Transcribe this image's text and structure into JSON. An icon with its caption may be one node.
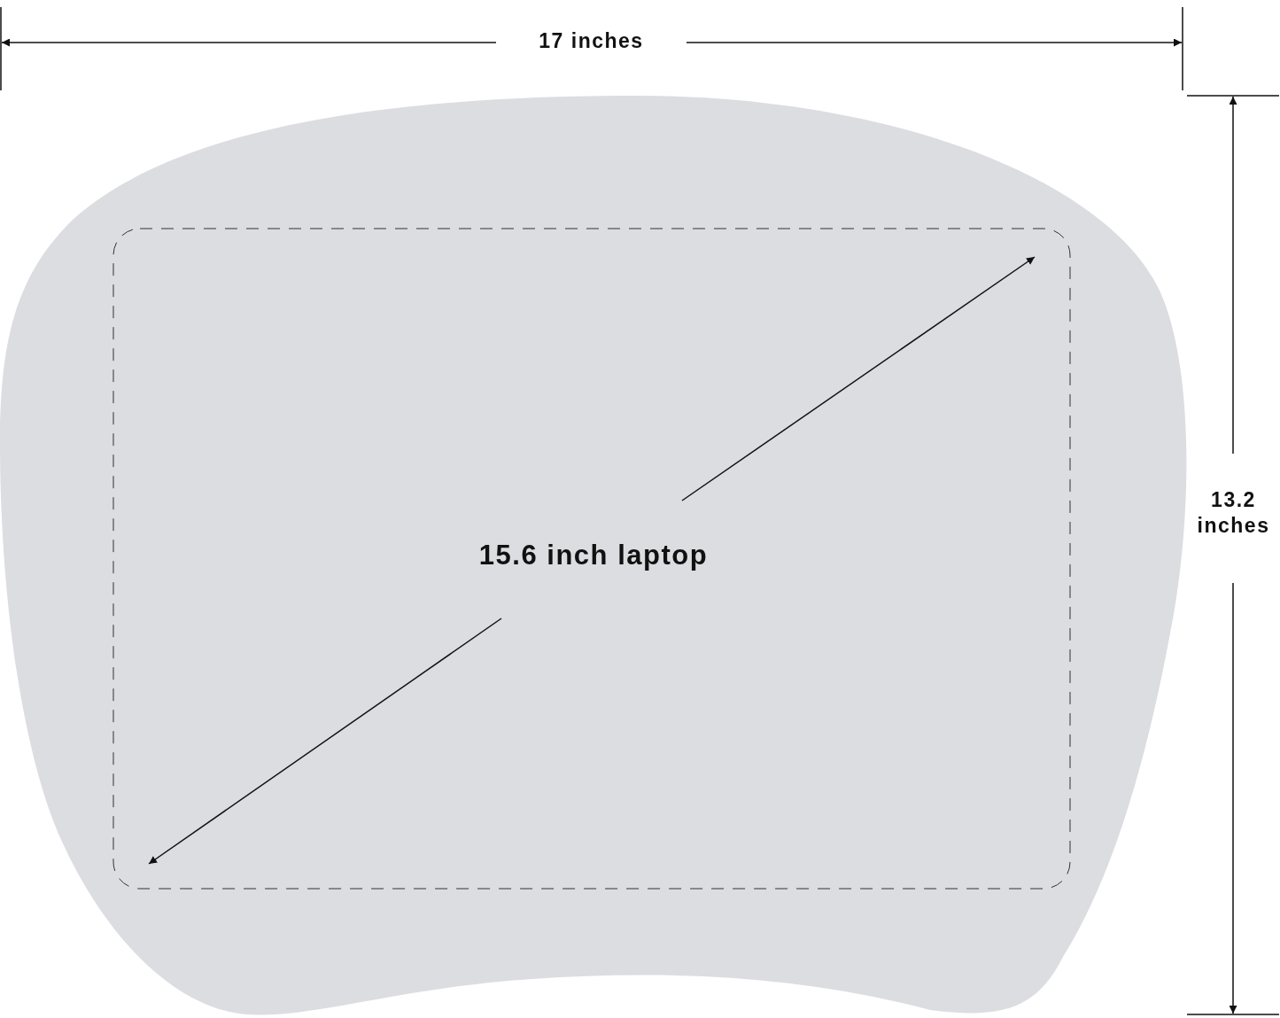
{
  "diagram": {
    "labels": [
      "17 inches",
      "13.2 inches",
      "15.6 inch laptop"
    ]
  }
}
